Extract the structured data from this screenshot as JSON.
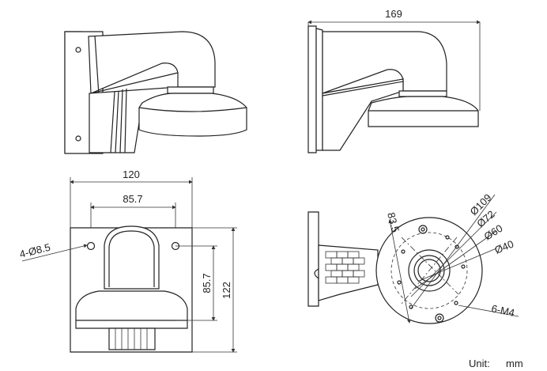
{
  "dimensions": {
    "top_width": "169",
    "front_width": "120",
    "hole_spacing_h": "85.7",
    "hole_spacing_v": "85.7",
    "front_height": "122",
    "hole_label": "4-Ø8.5",
    "base_height": "83.5",
    "dia_109": "Ø109",
    "dia_72": "Ø72",
    "dia_60": "Ø60",
    "dia_40": "Ø40",
    "screw_label": "6-M4"
  },
  "footer": {
    "unit_label": "Unit:",
    "unit_value": "mm"
  }
}
